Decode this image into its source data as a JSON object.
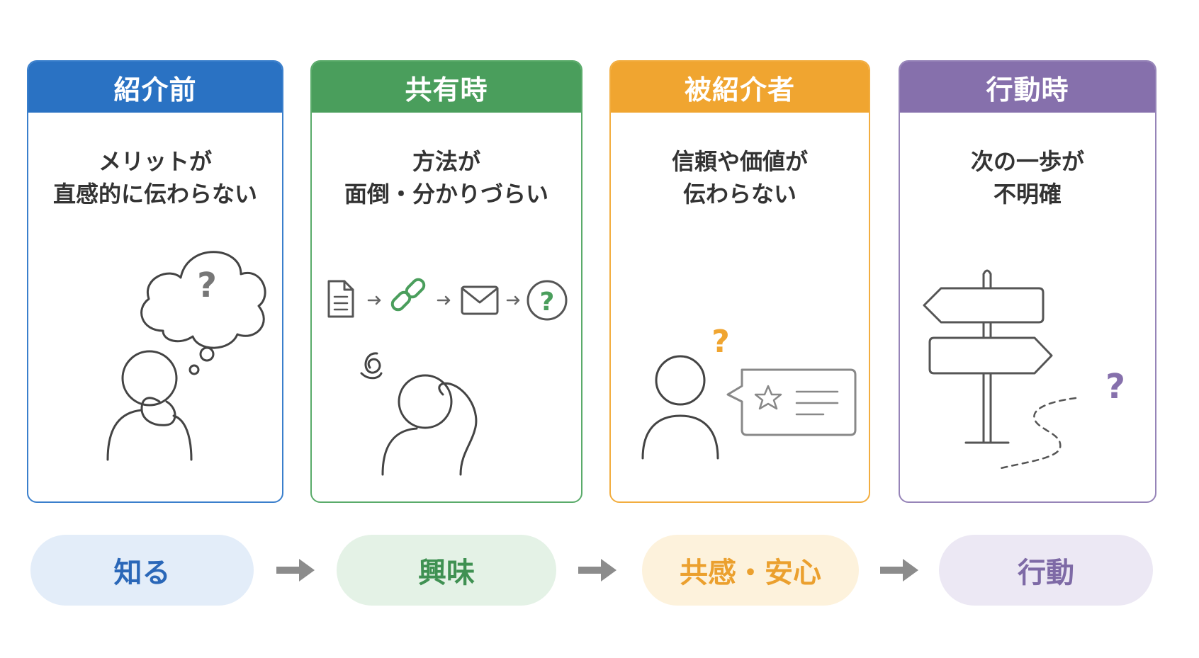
{
  "stages": [
    {
      "title": "紹介前",
      "lines": [
        "メリットが",
        "直感的に伝わらない"
      ],
      "color": "#2a72c3",
      "border": "#3a7fcc"
    },
    {
      "title": "共有時",
      "lines": [
        "方法が",
        "面倒・分かりづらい"
      ],
      "color": "#4a9e5c",
      "border": "#5aab6a"
    },
    {
      "title": "被紹介者",
      "lines": [
        "信頼や価値が",
        "伝わらない"
      ],
      "color": "#f0a530",
      "border": "#f2ad3f"
    },
    {
      "title": "行動時",
      "lines": [
        "次の一歩が",
        "不明確"
      ],
      "color": "#8670ac",
      "border": "#9684b8"
    }
  ],
  "flow": [
    {
      "label": "知る",
      "text_color": "#2a67b8",
      "bg": "#e3edf9"
    },
    {
      "label": "興味",
      "text_color": "#3f9152",
      "bg": "#e4f2e6"
    },
    {
      "label": "共感・安心",
      "text_color": "#eba02e",
      "bg": "#fdf2dc"
    },
    {
      "label": "行動",
      "text_color": "#7e6aa6",
      "bg": "#ece8f4"
    }
  ],
  "icons": {
    "thinking": "thinking-person-icon",
    "flow": [
      "document-icon",
      "link-icon",
      "mail-icon",
      "question-circle-icon"
    ],
    "confused": "confused-person-icon",
    "review": "review-bubble-icon",
    "signpost": "signpost-icon",
    "question_mark": "?"
  }
}
